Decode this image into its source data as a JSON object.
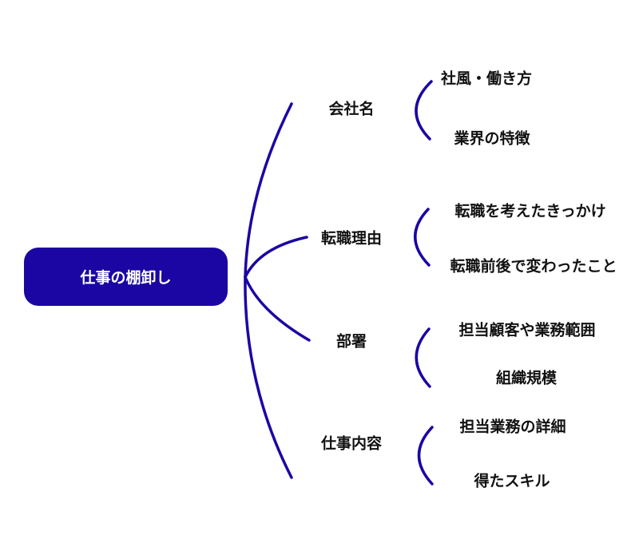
{
  "colors": {
    "accent": "#1b06a3",
    "text": "#111111"
  },
  "root": {
    "label": "仕事の棚卸し"
  },
  "branches": [
    {
      "label": "会社名",
      "children": [
        "社風・働き方",
        "業界の特徴"
      ]
    },
    {
      "label": "転職理由",
      "children": [
        "転職を考えたきっかけ",
        "転職前後で変わったこと"
      ]
    },
    {
      "label": "部署",
      "children": [
        "担当顧客や業務範囲",
        "組織規模"
      ]
    },
    {
      "label": "仕事内容",
      "children": [
        "担当業務の詳細",
        "得たスキル"
      ]
    }
  ]
}
